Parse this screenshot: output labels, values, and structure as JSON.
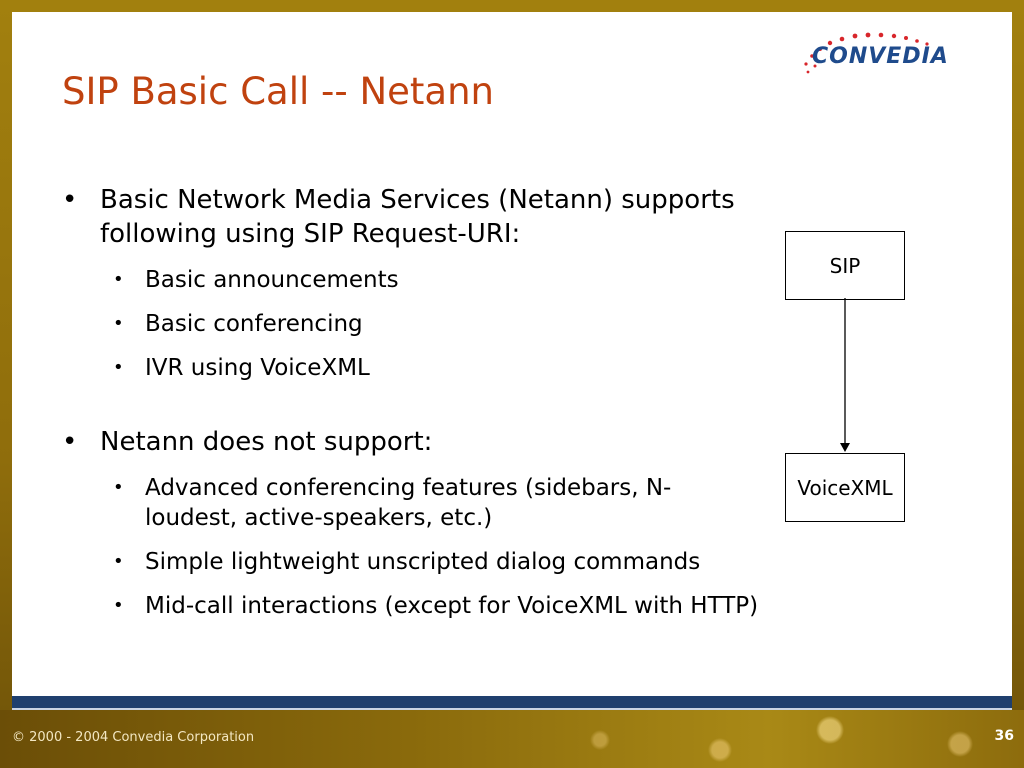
{
  "slide": {
    "title": "SIP Basic Call -- Netann",
    "logo_text": "CONVEDIA",
    "bullets": [
      {
        "text": "Basic Network Media Services (Netann) supports following using SIP Request-URI:",
        "sub": [
          "Basic announcements",
          "Basic conferencing",
          "IVR using VoiceXML"
        ]
      },
      {
        "text": "Netann does not support:",
        "sub": [
          "Advanced conferencing features (sidebars, N-loudest, active-speakers, etc.)",
          "Simple lightweight unscripted dialog commands",
          "Mid-call interactions (except for VoiceXML with HTTP)"
        ]
      }
    ],
    "diagram": {
      "top_box": "SIP",
      "bottom_box": "VoiceXML"
    }
  },
  "footer": {
    "copyright": "© 2000 - 2004 Convedia Corporation",
    "page_number": "36"
  },
  "colors": {
    "title": "#c0420f",
    "band": "#1f3f6e",
    "frame": "#a07a10",
    "logo": "#1f4b8c"
  }
}
